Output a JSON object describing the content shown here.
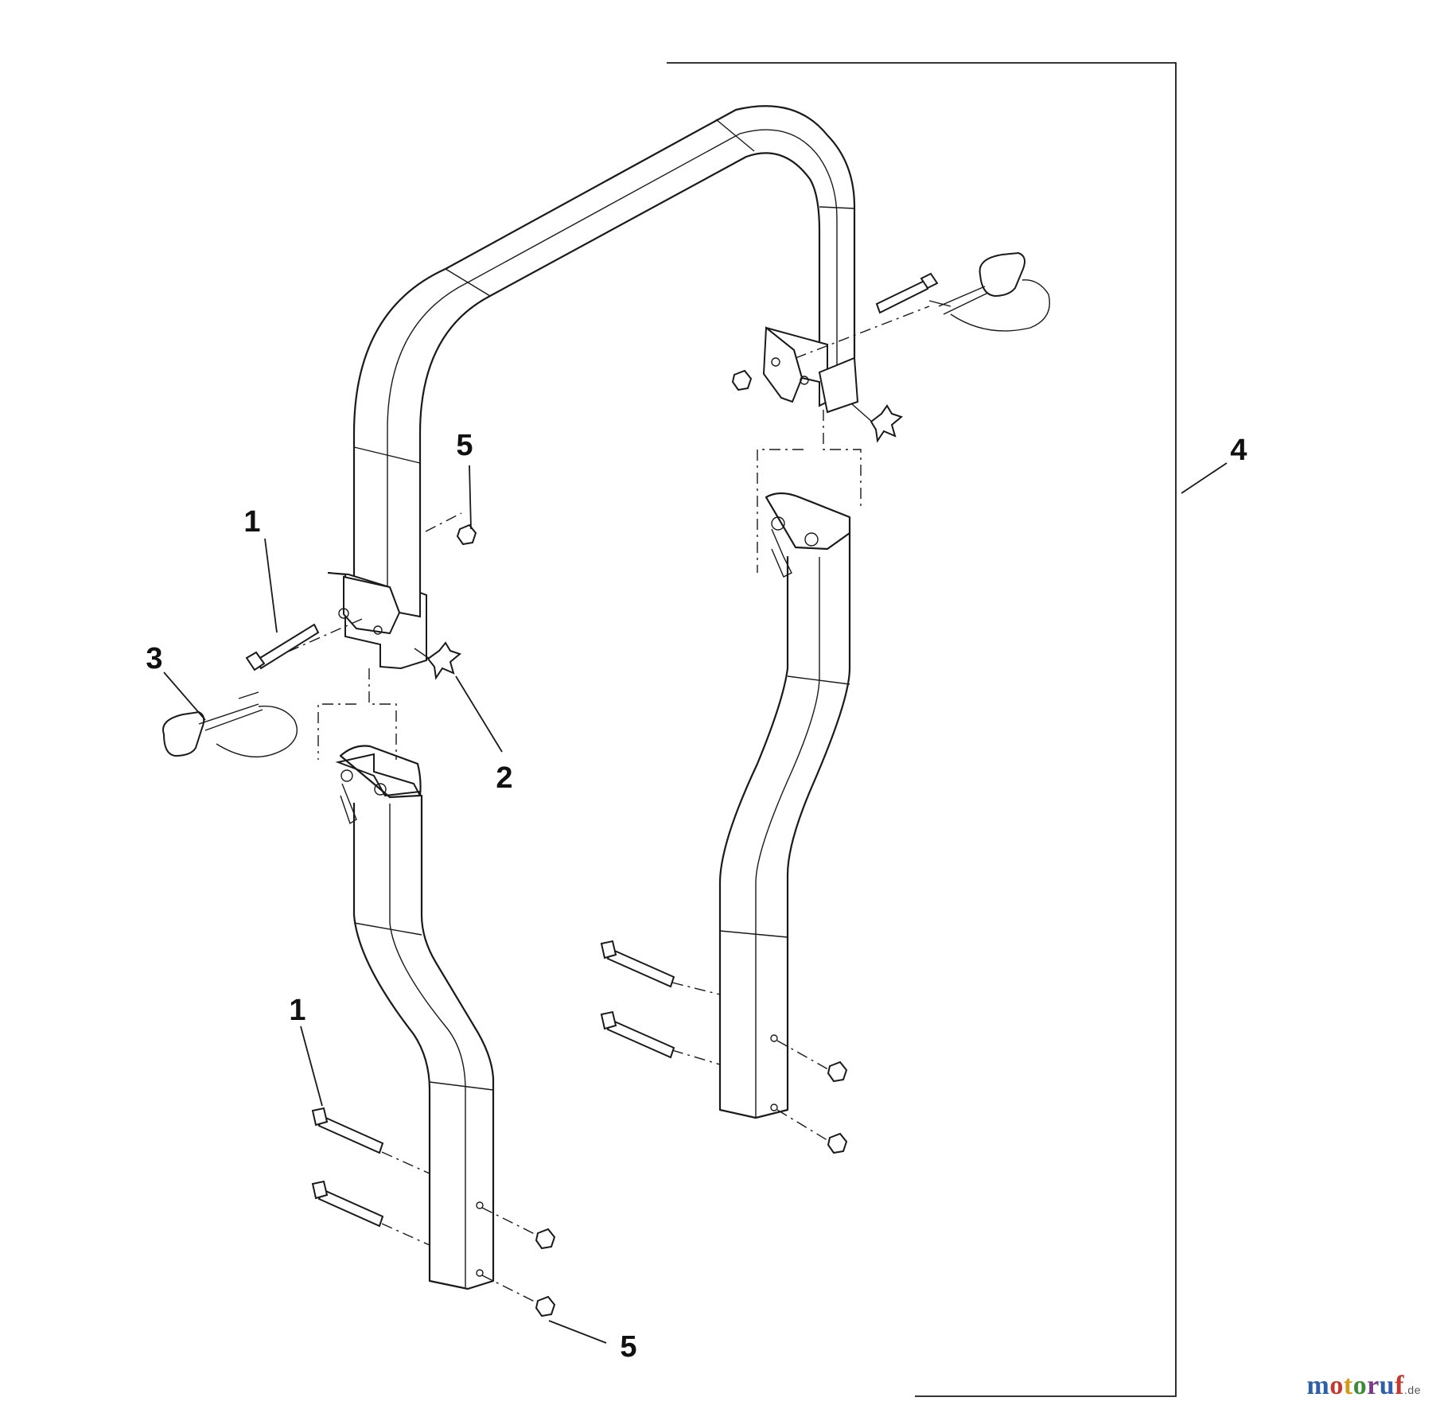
{
  "callouts": [
    {
      "id": "c1a",
      "label": "1"
    },
    {
      "id": "c1b",
      "label": "1"
    },
    {
      "id": "c2",
      "label": "2"
    },
    {
      "id": "c3",
      "label": "3"
    },
    {
      "id": "c4",
      "label": "4"
    },
    {
      "id": "c5a",
      "label": "5"
    },
    {
      "id": "c5b",
      "label": "5"
    }
  ],
  "watermark": {
    "chars": [
      "m",
      "o",
      "t",
      "o",
      "r",
      "u",
      "f"
    ],
    "tld": ".de"
  }
}
